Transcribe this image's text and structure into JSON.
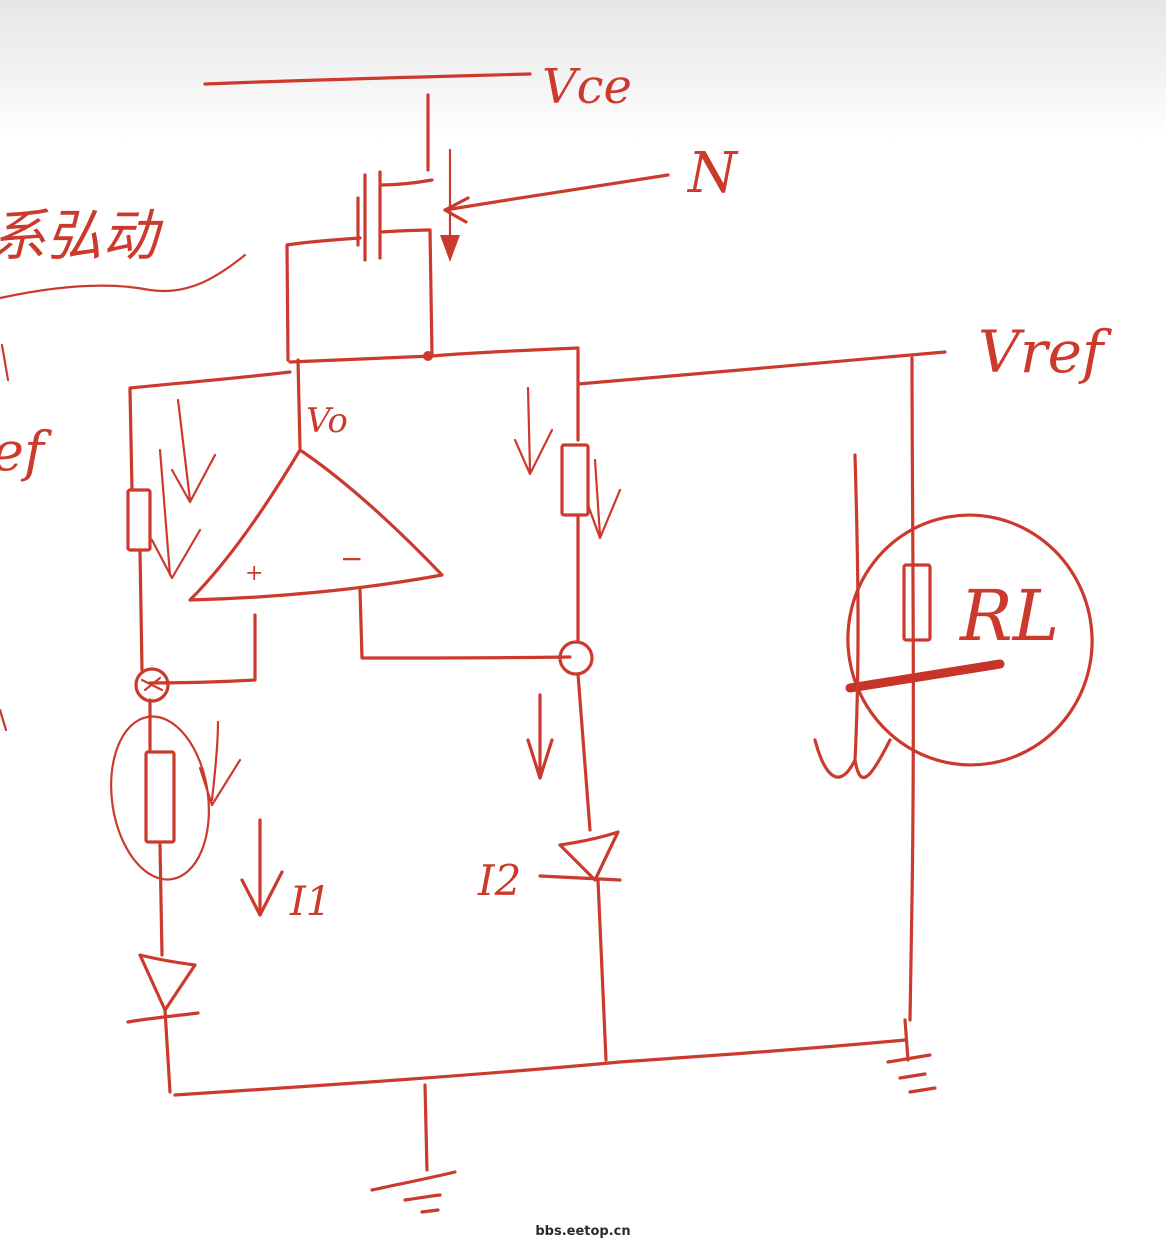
{
  "diagram": {
    "labels": {
      "vcc": "Vce",
      "n": "N",
      "vo": "Vo",
      "vref": "Vref",
      "rl": "RL",
      "i1": "I1",
      "i2": "I2",
      "op_plus": "+",
      "op_minus": "−",
      "left_fragment_a": "ef",
      "left_fragment_b": "系弘动"
    },
    "ink_color": "#cc3a2e"
  },
  "watermark": "bbs.eetop.cn"
}
